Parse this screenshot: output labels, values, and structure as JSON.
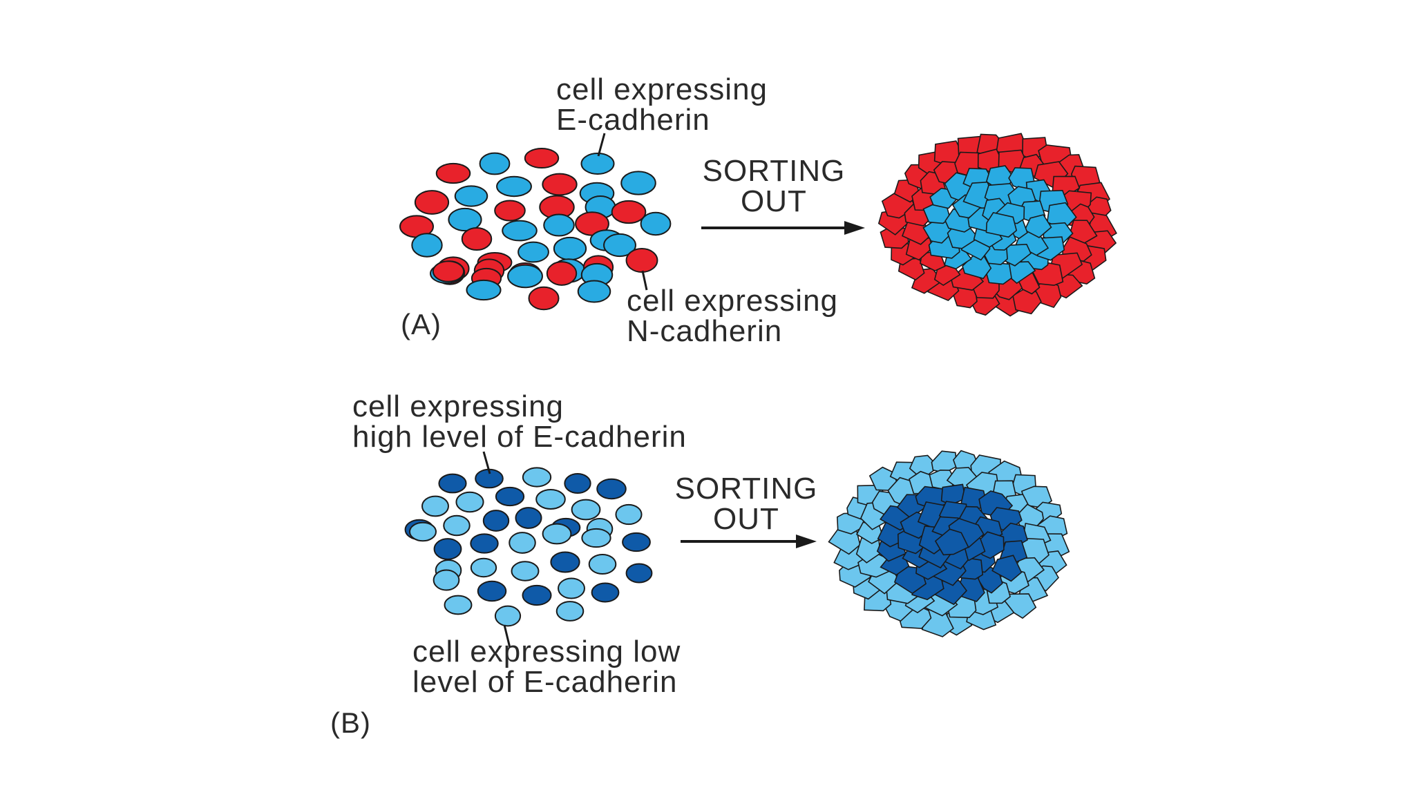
{
  "panel_a": {
    "label": "(A)",
    "top_label": [
      "cell expressing",
      "E-cadherin"
    ],
    "bottom_label": [
      "cell expressing",
      "N-cadherin"
    ],
    "arrow_label": [
      "SORTING",
      "OUT"
    ]
  },
  "panel_b": {
    "label": "(B)",
    "top_label": [
      "cell expressing",
      "high level of E-cadherin"
    ],
    "bottom_label": [
      "cell expressing low",
      "level of E-cadherin"
    ],
    "arrow_label": [
      "SORTING",
      "OUT"
    ]
  },
  "colors": {
    "n_cadherin_red": "#e8222b",
    "e_cadherin_blue": "#29abe2",
    "high_e_dark_blue": "#0f5aa8",
    "low_e_light_blue": "#6cc6ee",
    "outline": "#1a1a1a"
  }
}
